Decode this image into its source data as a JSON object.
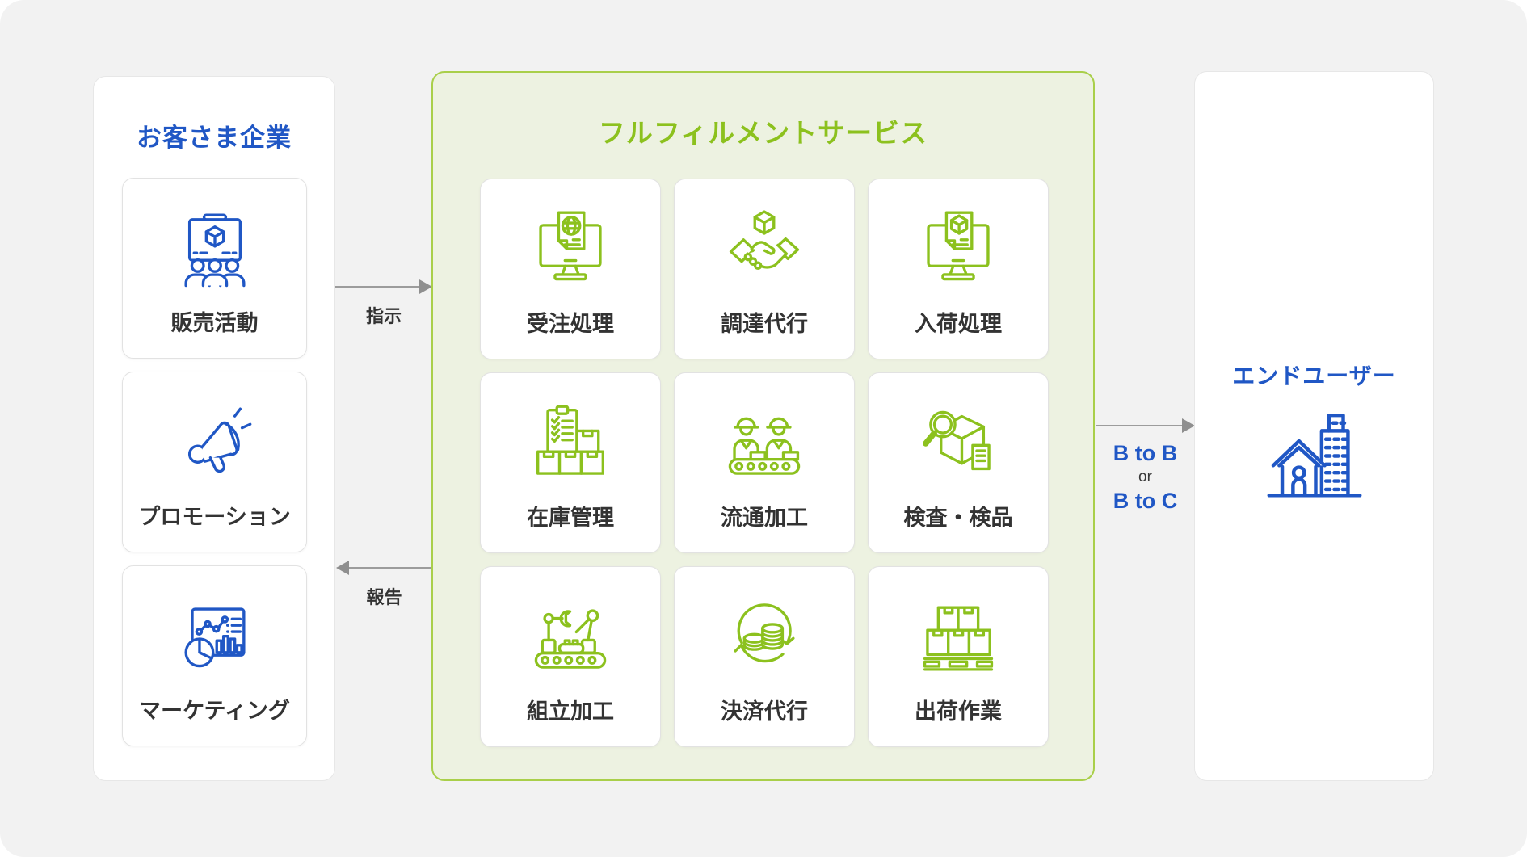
{
  "colors": {
    "blue": "#2057c5",
    "green": "#8cc11e",
    "green_border": "#a9cf4a",
    "green_bg": "#edf2e1",
    "arrow": "#9c9c9c",
    "text": "#333333",
    "background": "#f2f2f2"
  },
  "customer": {
    "title": "お客さま企業",
    "items": [
      {
        "label": "販売活動",
        "icon": "presentation-audience-icon"
      },
      {
        "label": "プロモーション",
        "icon": "megaphone-icon"
      },
      {
        "label": "マーケティング",
        "icon": "analytics-board-icon"
      }
    ]
  },
  "services": {
    "title": "フルフィルメントサービス",
    "items": [
      {
        "label": "受注処理",
        "icon": "monitor-document-globe-icon"
      },
      {
        "label": "調達代行",
        "icon": "handshake-cube-icon"
      },
      {
        "label": "入荷処理",
        "icon": "monitor-document-cube-icon"
      },
      {
        "label": "在庫管理",
        "icon": "clipboard-boxes-icon"
      },
      {
        "label": "流通加工",
        "icon": "workers-conveyor-icon"
      },
      {
        "label": "検査・検品",
        "icon": "magnifier-box-icon"
      },
      {
        "label": "組立加工",
        "icon": "robot-arm-conveyor-icon"
      },
      {
        "label": "決済代行",
        "icon": "coins-cycle-icon"
      },
      {
        "label": "出荷作業",
        "icon": "pallet-boxes-icon"
      }
    ]
  },
  "end_user": {
    "title": "エンドユーザー",
    "icon": "house-building-icon"
  },
  "flows": {
    "instruction": {
      "label": "指示",
      "direction": "right"
    },
    "report": {
      "label": "報告",
      "direction": "left"
    },
    "channel": {
      "line1": "B to B",
      "line2": "or",
      "line3": "B to C",
      "direction": "right"
    }
  }
}
